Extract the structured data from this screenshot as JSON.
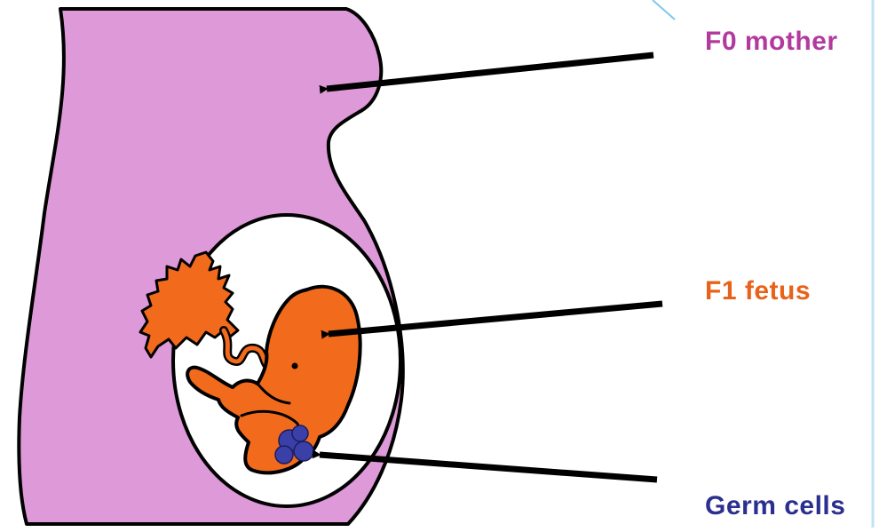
{
  "diagram": {
    "labels": {
      "mother": "F0 mother",
      "fetus": "F1 fetus",
      "germ_cells": "Germ cells"
    },
    "colors": {
      "mother_body": "#dd99d8",
      "mother_label": "#b23a9f",
      "fetus_body": "#f26a1b",
      "fetus_label": "#e8621a",
      "germ_cells": "#3b3fa8",
      "germ_label": "#2b2f8f",
      "outline": "#000000",
      "slide_accent": "#7fc8e8"
    }
  }
}
